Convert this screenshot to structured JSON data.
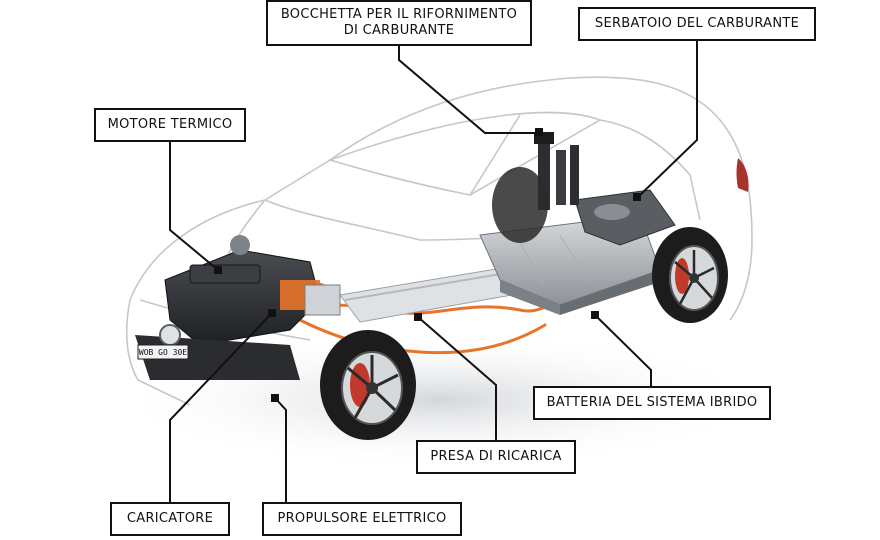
{
  "callouts": {
    "fuel_inlet": [
      "BOCCHETTA PER IL RIFORNIMENTO",
      "DI CARBURANTE"
    ],
    "fuel_tank": "SERBATOIO DEL CARBURANTE",
    "engine": "MOTORE TERMICO",
    "battery": "BATTERIA DEL SISTEMA IBRIDO",
    "socket": "PRESA DI RICARICA",
    "charger": "CARICATORE",
    "motor": "PROPULSORE ELETTRICO"
  },
  "plate": "WOB GO 30E",
  "colors": {
    "hv_cable": "#e8742a",
    "battery": "#9aa0a6",
    "engine": "#2b2d30",
    "wheel": "#1c1c1c",
    "brake": "#c0392b",
    "outline": "#c9ccd0"
  }
}
